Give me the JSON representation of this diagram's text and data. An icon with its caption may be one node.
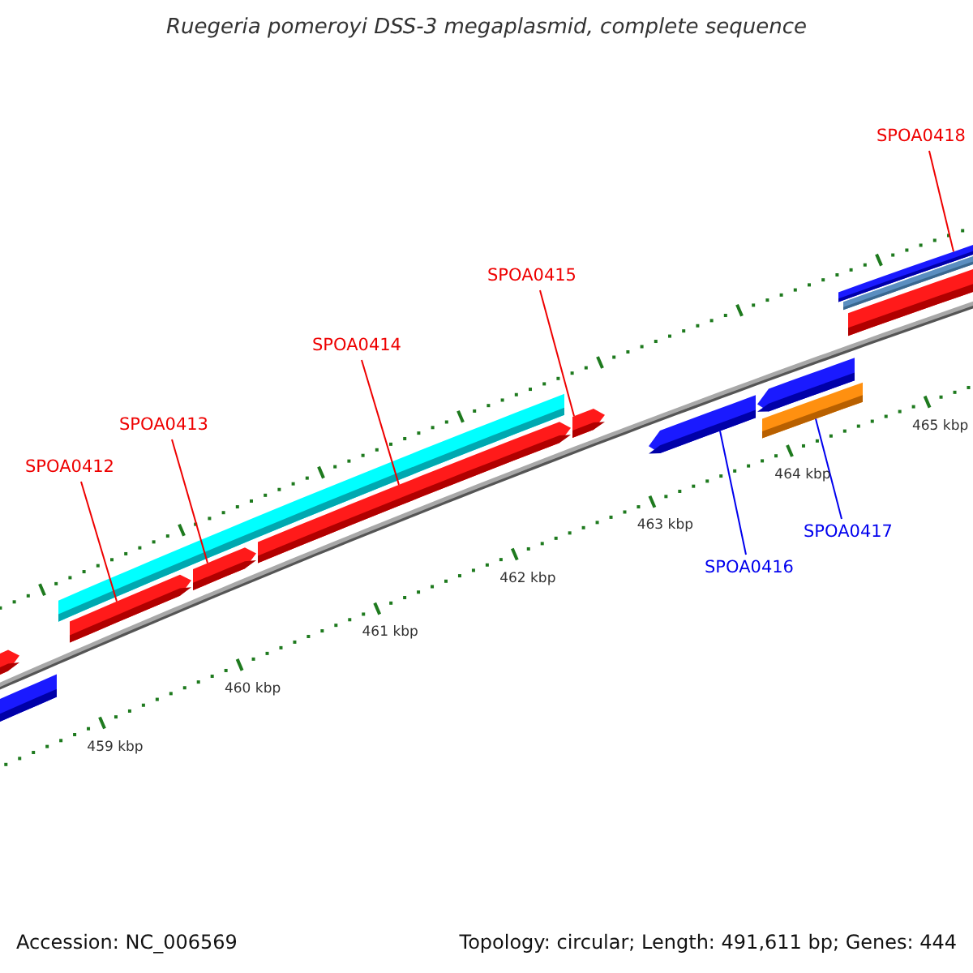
{
  "diagram": {
    "title": "Ruegeria pomeroyi DSS-3 megaplasmid, complete sequence",
    "nodes": [
      {
        "text": [
          "SPOA0412"
        ]
      },
      {
        "text": [
          "SPOA0413"
        ]
      },
      {
        "text": [
          "SPOA0414"
        ]
      },
      {
        "text": [
          "SPOA0415"
        ]
      },
      {
        "text": [
          "SPOA0416"
        ]
      },
      {
        "text": [
          "SPOA0417"
        ]
      },
      {
        "text": [
          "SPOA0418"
        ]
      },
      {
        "text": [],
        "shape": "bar"
      },
      {
        "text": [],
        "shape": "bar"
      },
      {
        "text": [],
        "shape": "bar"
      },
      {
        "text": [],
        "shape": "bar"
      },
      {
        "text": [],
        "shape": "bar"
      },
      {
        "text": [],
        "shape": "bar"
      },
      {
        "text": [],
        "shape": "bar"
      },
      {
        "text": [],
        "shape": "bar"
      },
      {
        "text": [],
        "shape": "bar"
      },
      {
        "text": [],
        "shape": "bar"
      },
      {
        "text": [],
        "shape": "bar"
      },
      {
        "text": [],
        "shape": "bar"
      },
      {
        "text": [],
        "shape": "bar"
      }
    ],
    "edges": [
      {
        "from": 0,
        "to": 10,
        "arrow": "none"
      },
      {
        "from": 1,
        "to": 11,
        "arrow": "none"
      },
      {
        "from": 2,
        "to": 12,
        "arrow": "none"
      },
      {
        "from": 3,
        "to": 13,
        "arrow": "none"
      },
      {
        "from": 4,
        "to": 14,
        "arrow": "none",
        "color": "#0000ee"
      },
      {
        "from": 5,
        "to": 16,
        "arrow": "none",
        "color": "#0000ee"
      },
      {
        "from": 6,
        "to": 17,
        "arrow": "none"
      }
    ],
    "labels": [
      "459 kbp",
      "460 kbp",
      "461 kbp",
      "462 kbp",
      "463 kbp",
      "464 kbp",
      "465 kbp",
      "Accession: NC_006569",
      "Topology: circular; Length: 491,611 bp; Genes: 444"
    ]
  }
}
